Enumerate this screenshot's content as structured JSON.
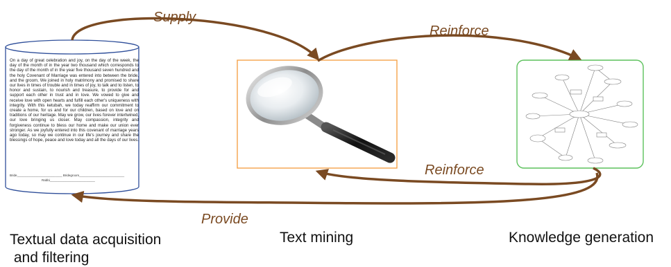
{
  "flows": {
    "supply": "Supply",
    "reinforce_top": "Reinforce",
    "reinforce_bottom": "Reinforce",
    "provide": "Provide"
  },
  "stages": {
    "acquisition": "Textual data acquisition\n and filtering",
    "mining": "Text mining",
    "knowledge": "Knowledge generation"
  },
  "document": {
    "body": "On a day of great celebration and joy, on the day of the week, the day of the month of in the year two thousand which corresponds to the day of the month of in the year five thousand seven hundred and the holy Covenant of Marriage was entered into between the bride, and the groom, We joined in holy matrimony and promised to share our lives in times of trouble and in times of joy, to talk and to listen, to honor and sustain, to nourish and treasure, to provide for and support each other in trust and in love. We vowed to give and receive love with open hearts and fulfill each other's uniqueness with integrity. With this ketubah, we today reaffirm our commitment to create a home, for us and for our children, based on love and on traditions of our heritage. May we grow, our lives forever intertwined, our love bringing us closer. May compassion, integrity and forgiveness continue to bless our home and make our union ever stronger. As we joyfully entered into this covenant of marriage years ago today, so may we continue in our life's journey and share the blessings of hope, peace and love today and all the days of our lives.",
    "sign_line_1": "Bride__________________________    Bridegroom__________________________",
    "sign_line_2": "Rabbi__________________________"
  },
  "colors": {
    "arrow": "#7a4a22",
    "cylinder_border": "#2f4f9a",
    "mining_border": "#f4a24a",
    "knowledge_border": "#5cc15c",
    "label_text": "#7a4a22",
    "stage_text": "#111111"
  },
  "icons": {
    "mining": "magnifying-glass-icon",
    "knowledge": "concept-map-icon"
  }
}
